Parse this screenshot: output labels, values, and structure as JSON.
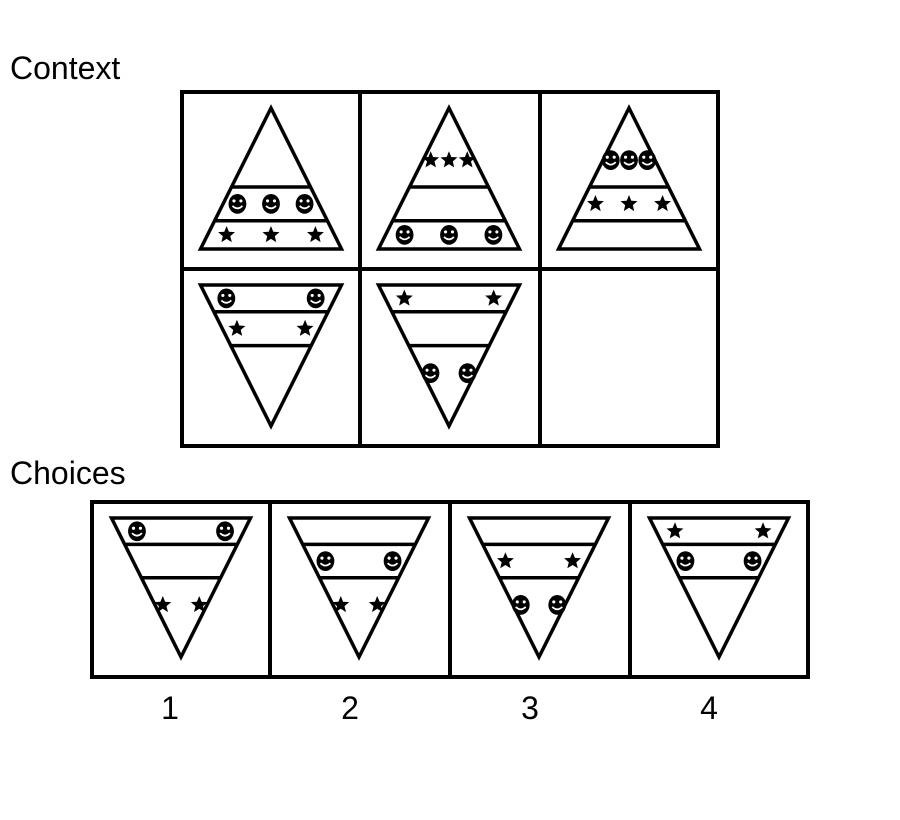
{
  "context_label": "Context",
  "choices_label": "Choices",
  "choice_numbers": [
    "1",
    "2",
    "3",
    "4"
  ],
  "colors": {
    "stroke": "#000000",
    "fill": "#ffffff"
  },
  "context_panels": [
    {
      "triangle": "up",
      "bands": {
        "top": [
          {
            "icon": "empty",
            "count": 0
          }
        ],
        "middle": [
          {
            "icon": "smiley",
            "count": 3
          }
        ],
        "bottom": [
          {
            "icon": "star",
            "count": 3
          }
        ]
      }
    },
    {
      "triangle": "up",
      "bands": {
        "top": [
          {
            "icon": "star",
            "count": 3
          }
        ],
        "middle": [
          {
            "icon": "empty",
            "count": 0
          }
        ],
        "bottom": [
          {
            "icon": "smiley",
            "count": 3
          }
        ]
      }
    },
    {
      "triangle": "up",
      "bands": {
        "top": [
          {
            "icon": "smiley",
            "count": 3
          }
        ],
        "middle": [
          {
            "icon": "star",
            "count": 3
          }
        ],
        "bottom": [
          {
            "icon": "empty",
            "count": 0
          }
        ]
      }
    },
    {
      "triangle": "down",
      "bands": {
        "top": [
          {
            "icon": "smiley",
            "count": 2
          }
        ],
        "middle": [
          {
            "icon": "star",
            "count": 2
          }
        ],
        "bottom": [
          {
            "icon": "empty",
            "count": 0
          }
        ]
      }
    },
    {
      "triangle": "down",
      "bands": {
        "top": [
          {
            "icon": "star",
            "count": 2
          }
        ],
        "middle": [
          {
            "icon": "empty",
            "count": 0
          }
        ],
        "bottom": [
          {
            "icon": "smiley",
            "count": 2
          }
        ]
      }
    },
    {
      "triangle": "none"
    }
  ],
  "choice_panels": [
    {
      "number": "1",
      "triangle": "down",
      "bands": {
        "top": [
          {
            "icon": "smiley",
            "count": 2
          }
        ],
        "middle": [
          {
            "icon": "empty",
            "count": 0
          }
        ],
        "bottom": [
          {
            "icon": "star",
            "count": 2
          }
        ]
      }
    },
    {
      "number": "2",
      "triangle": "down",
      "bands": {
        "top": [
          {
            "icon": "empty",
            "count": 0
          }
        ],
        "middle": [
          {
            "icon": "smiley",
            "count": 2
          }
        ],
        "bottom": [
          {
            "icon": "star",
            "count": 2
          }
        ]
      }
    },
    {
      "number": "3",
      "triangle": "down",
      "bands": {
        "top": [
          {
            "icon": "empty",
            "count": 0
          }
        ],
        "middle": [
          {
            "icon": "star",
            "count": 2
          }
        ],
        "bottom": [
          {
            "icon": "smiley",
            "count": 2
          }
        ]
      }
    },
    {
      "number": "4",
      "triangle": "down",
      "bands": {
        "top": [
          {
            "icon": "star",
            "count": 2
          }
        ],
        "middle": [
          {
            "icon": "smiley",
            "count": 2
          }
        ],
        "bottom": [
          {
            "icon": "empty",
            "count": 0
          }
        ]
      }
    }
  ]
}
